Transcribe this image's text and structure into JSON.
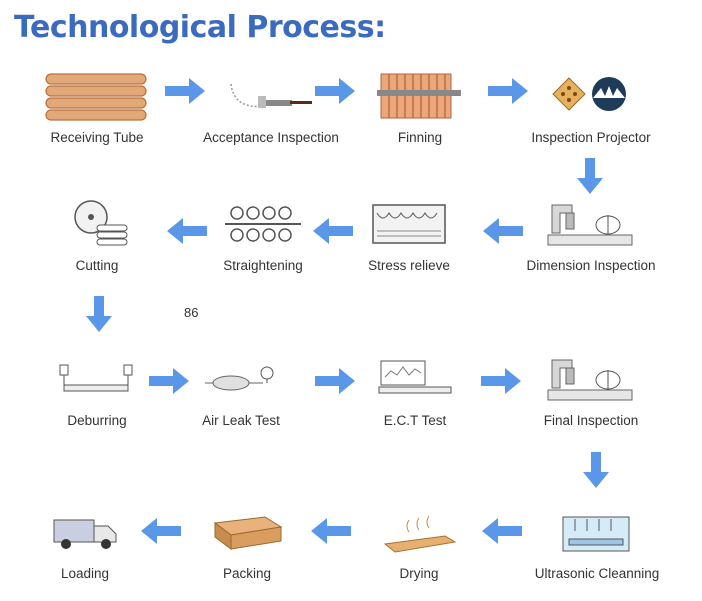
{
  "title": "Technological Process:",
  "stray_text": "86",
  "colors": {
    "title": "#3b6bbf",
    "arrow": "#5b97e8",
    "copper": "#e0a070",
    "text": "#333333"
  },
  "steps": [
    {
      "label": "Receiving Tube",
      "icon": "copper-tubes-icon"
    },
    {
      "label": "Acceptance Inspection",
      "icon": "tube-inspection-icon"
    },
    {
      "label": "Finning",
      "icon": "finning-machine-icon"
    },
    {
      "label": "Inspection Projector",
      "icon": "projector-icon"
    },
    {
      "label": "Dimension Inspection",
      "icon": "dimension-gauge-icon"
    },
    {
      "label": "Stress relieve",
      "icon": "stress-furnace-icon"
    },
    {
      "label": "Straightening",
      "icon": "straightening-rollers-icon"
    },
    {
      "label": "Cutting",
      "icon": "cutting-saw-icon"
    },
    {
      "label": "Deburring",
      "icon": "deburring-icon"
    },
    {
      "label": "Air Leak Test",
      "icon": "air-leak-test-icon"
    },
    {
      "label": "E.C.T Test",
      "icon": "ect-tester-icon"
    },
    {
      "label": "Final Inspection",
      "icon": "final-inspection-gauge-icon"
    },
    {
      "label": "Ultrasonic Cleanning",
      "icon": "ultrasonic-tank-icon"
    },
    {
      "label": "Drying",
      "icon": "drying-tray-icon"
    },
    {
      "label": "Packing",
      "icon": "packing-box-icon"
    },
    {
      "label": "Loading",
      "icon": "truck-icon"
    }
  ]
}
